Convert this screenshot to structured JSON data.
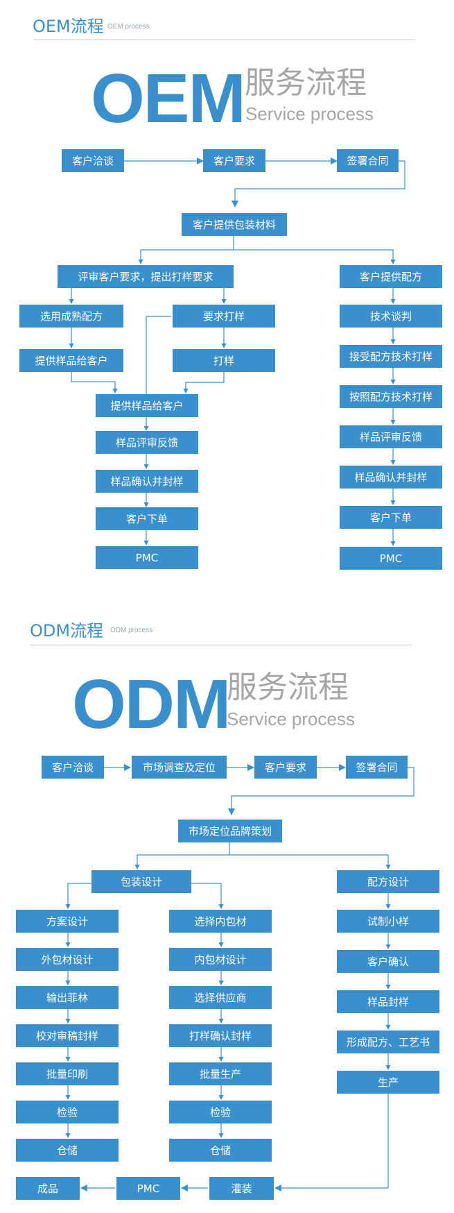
{
  "oem": {
    "title": "OEM流程",
    "subtitle": "OEM process",
    "big": "OEM",
    "service_cn": "服务流程",
    "service_en": "Service process",
    "steps": {
      "a1": "客户洽谈",
      "a2": "客户要求",
      "a3": "签署合同",
      "b1": "客户提供包装材料",
      "c1": "评审客户要求，提出打样要求",
      "c2": "客户提供配方",
      "d1": "选用成熟配方",
      "d2": "要求打样",
      "d3": "技术谈判",
      "e1": "提供样品给客户",
      "e2": "打样",
      "e3": "接受配方技术打样",
      "f1": "提供样品给客户",
      "f2": "按照配方技术打样",
      "g1": "样品评审反馈",
      "g2": "样品评审反馈",
      "h1": "样品确认并封样",
      "h2": "样品确认并封样",
      "i1": "客户下单",
      "i2": "客户下单",
      "j1": "PMC",
      "j2": "PMC"
    }
  },
  "odm": {
    "title": "ODM流程",
    "subtitle": "ODM process",
    "big": "ODM",
    "service_cn": "服务流程",
    "service_en": "Service process",
    "steps": {
      "a1": "客户洽谈",
      "a2": "市场调查及定位",
      "a3": "客户要求",
      "a4": "签署合同",
      "b1": "市场定位品牌策划",
      "c1": "包装设计",
      "c2": "配方设计",
      "l1": "方案设计",
      "l2": "外包材设计",
      "l3": "输出菲林",
      "l4": "校对审稿封样",
      "l5": "批量印刷",
      "l6": "检验",
      "l7": "仓储",
      "m1": "选择内包材",
      "m2": "内包材设计",
      "m3": "选择供应商",
      "m4": "打样确认封样",
      "m5": "批量生产",
      "m6": "检验",
      "m7": "仓储",
      "r1": "试制小样",
      "r2": "客户确认",
      "r3": "样品封样",
      "r4": "形成配方、工艺书",
      "r5": "生产",
      "z1": "成品",
      "z2": "PMC",
      "z3": "灌装"
    }
  },
  "colors": {
    "accent": "#3a8fcd",
    "service_gray": "#a4a6a8"
  }
}
